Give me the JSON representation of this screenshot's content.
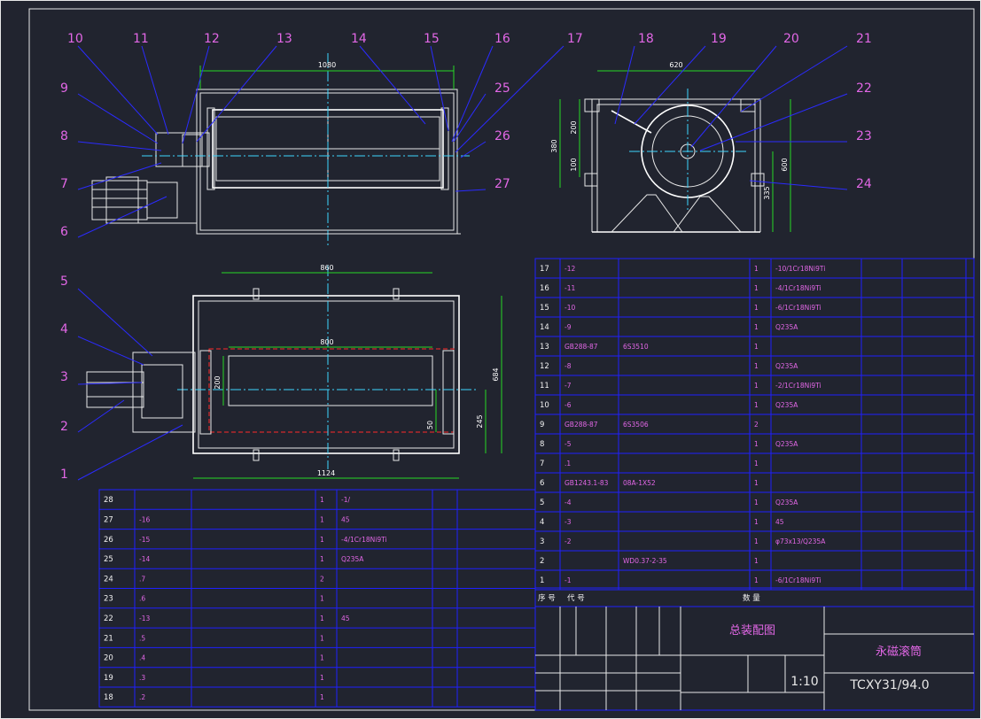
{
  "balloons_top": [
    {
      "n": "10"
    },
    {
      "n": "11"
    },
    {
      "n": "12"
    },
    {
      "n": "13"
    },
    {
      "n": "14"
    },
    {
      "n": "15"
    },
    {
      "n": "16"
    },
    {
      "n": "17"
    },
    {
      "n": "18"
    },
    {
      "n": "19"
    },
    {
      "n": "20"
    },
    {
      "n": "21"
    }
  ],
  "balloons_side": [
    {
      "n": "9"
    },
    {
      "n": "8"
    },
    {
      "n": "7"
    },
    {
      "n": "6"
    },
    {
      "n": "5"
    },
    {
      "n": "4"
    },
    {
      "n": "3"
    },
    {
      "n": "2"
    },
    {
      "n": "1"
    },
    {
      "n": "22"
    },
    {
      "n": "23"
    },
    {
      "n": "24"
    },
    {
      "n": "25"
    },
    {
      "n": "26"
    },
    {
      "n": "27"
    }
  ],
  "dims": {
    "d1080": "1080",
    "d620": "620",
    "d380": "380",
    "d200a": "200",
    "d100": "100",
    "d600": "600",
    "d335": "335",
    "d860": "860",
    "d800": "800",
    "d200b": "200",
    "d50": "50",
    "d245": "245",
    "d684": "684",
    "d1124": "1124"
  },
  "bom_right": [
    [
      "17",
      "-12",
      "",
      "1",
      "-10/1Cr18Ni9Ti",
      "",
      ""
    ],
    [
      "16",
      "-11",
      "",
      "1",
      "-4/1Cr18Ni9Ti",
      "",
      ""
    ],
    [
      "15",
      "-10",
      "",
      "1",
      "-6/1Cr18Ni9Ti",
      "",
      ""
    ],
    [
      "14",
      "-9",
      "",
      "1",
      "Q235A",
      "",
      ""
    ],
    [
      "13",
      "GB288-87",
      "6S3510",
      "1",
      "",
      "",
      ""
    ],
    [
      "12",
      "-8",
      "",
      "1",
      "Q235A",
      "",
      ""
    ],
    [
      "11",
      "-7",
      "",
      "1",
      "-2/1Cr18Ni9Ti",
      "",
      ""
    ],
    [
      "10",
      "-6",
      "",
      "1",
      "Q235A",
      "",
      ""
    ],
    [
      "9",
      "GB288-87",
      "6S3506",
      "2",
      "",
      "",
      ""
    ],
    [
      "8",
      "-5",
      "",
      "1",
      "Q235A",
      "",
      ""
    ],
    [
      "7",
      ".1",
      "",
      "1",
      "",
      "",
      ""
    ],
    [
      "6",
      "GB1243.1-83",
      "08A-1X52",
      "1",
      "",
      "",
      ""
    ],
    [
      "5",
      "-4",
      "",
      "1",
      "Q235A",
      "",
      ""
    ],
    [
      "4",
      "-3",
      "",
      "1",
      "45",
      "",
      ""
    ],
    [
      "3",
      "-2",
      "",
      "1",
      "φ73x13/Q235A",
      "",
      ""
    ],
    [
      "2",
      "",
      "WD0.37-2-35",
      "1",
      "",
      "",
      ""
    ],
    [
      "1",
      "-1",
      "",
      "1",
      "-6/1Cr18Ni9Ti",
      "",
      ""
    ]
  ],
  "bom_left": [
    [
      "28",
      "",
      "",
      "1",
      "-1/",
      "",
      ""
    ],
    [
      "27",
      "-16",
      "",
      "1",
      "45",
      "",
      ""
    ],
    [
      "26",
      "-15",
      "",
      "1",
      "-4/1Cr18Ni9Ti",
      "",
      ""
    ],
    [
      "25",
      "-14",
      "",
      "1",
      "Q235A",
      "",
      ""
    ],
    [
      "24",
      ".7",
      "",
      "2",
      "",
      "",
      ""
    ],
    [
      "23",
      ".6",
      "",
      "1",
      "",
      "",
      ""
    ],
    [
      "22",
      "-13",
      "",
      "1",
      "45",
      "",
      ""
    ],
    [
      "21",
      ".5",
      "",
      "1",
      "",
      "",
      ""
    ],
    [
      "20",
      ".4",
      "",
      "1",
      "",
      "",
      ""
    ],
    [
      "19",
      ".3",
      "",
      "1",
      "",
      "",
      ""
    ],
    [
      "18",
      ".2",
      "",
      "1",
      "",
      "",
      ""
    ]
  ],
  "title_block": {
    "drawing_title": "总装配图",
    "product_name": "永磁滚筒",
    "scale": "1:10",
    "code": "TCXY31/94.0",
    "header_seq": "序 号",
    "header_code": "代   号",
    "header_qty": "数 量"
  }
}
